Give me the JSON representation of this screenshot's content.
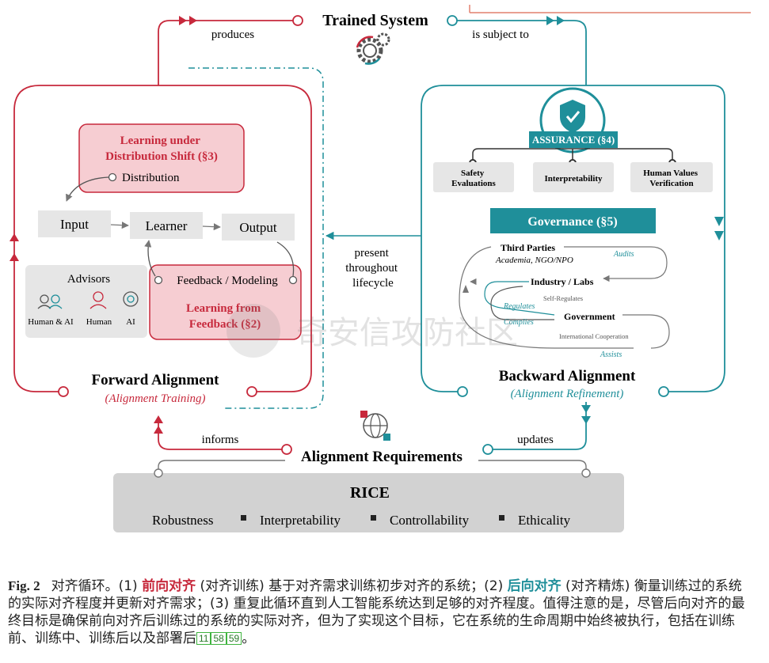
{
  "top": {
    "title": "Trained System",
    "produces": "produces",
    "subject_to": "is subject to"
  },
  "forward": {
    "title": "Forward Alignment",
    "subtitle": "(Alignment Training)",
    "shift_box": "Learning under\nDistribution Shift (§3)",
    "distribution": "Distribution",
    "input": "Input",
    "learner": "Learner",
    "output": "Output",
    "advisors": {
      "title": "Advisors",
      "items": [
        "Human & AI",
        "Human",
        "AI"
      ]
    },
    "feedback_modeling": "Feedback / Modeling",
    "feedback_box": "Learning from\nFeedback (§2)"
  },
  "middle": {
    "present": "present\nthroughout\nlifecycle"
  },
  "backward": {
    "title": "Backward Alignment",
    "subtitle": "(Alignment Refinement)",
    "assurance": "ASSURANCE (§4)",
    "assurance_items": [
      "Safety\nEvaluations",
      "Interpretability",
      "Human Values\nVerification"
    ],
    "governance": "Governance (§5)",
    "third_parties": "Third Parties",
    "third_parties_sub": "Academia, NGO/NPO",
    "audits": "Audits",
    "industry": "Industry / Labs",
    "self_regulates": "Self-Regulates",
    "regulates": "Regulates",
    "complies": "Complies",
    "government": "Government",
    "intl_coop": "International Cooperation",
    "assists": "Assists"
  },
  "bottom": {
    "informs": "informs",
    "updates": "updates",
    "requirements": "Alignment Requirements",
    "rice": "RICE",
    "rice_items": [
      "Robustness",
      "Interpretability",
      "Controllability",
      "Ethicality"
    ]
  },
  "watermark": "奇安信攻防社区",
  "caption": {
    "fig": "Fig. 2",
    "part1": "对齐循环。(1) ",
    "forward_cn": "前向对齐",
    "part2": " (对齐训练) 基于对齐需求训练初步对齐的系统；(2) ",
    "backward_cn": "后向对齐",
    "part3": " (对齐精炼) 衡量训练过的系统的实际对齐程度并更新对齐需求；(3) 重复此循环直到人工智能系统达到足够的对齐程度。值得注意的是，尽管后向对齐的最终目标是确保前向对齐后训练过的系统的实际对齐，但为了实现这个目标，它在系统的生命周期中始终被执行，包括在训练前、训练中、训练后以及部署后",
    "cites": [
      "11",
      "58",
      "59"
    ],
    "end": "。"
  },
  "colors": {
    "red": "#c7293c",
    "teal": "#1f8f9a",
    "pink_fill": "#f6cdd2",
    "gray_box": "#e6e6e6",
    "rice_box": "#d2d2d2"
  },
  "icons": [
    "gear-icon",
    "shield-check-icon",
    "globe-icon",
    "human-ai-icon",
    "human-icon",
    "ai-icon"
  ]
}
